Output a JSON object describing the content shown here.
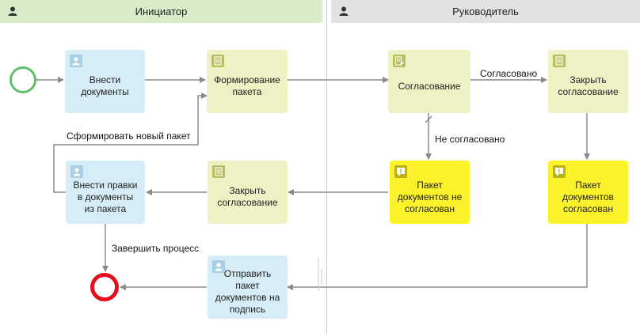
{
  "lanes": {
    "initiator": "Инициатор",
    "manager": "Руководитель"
  },
  "tasks": {
    "enter_docs": "Внести\nдокументы",
    "form_package": "Формирование\nпакета",
    "approval": "Согласование",
    "close_approval_mgr": "Закрыть\nсогласование",
    "edit_docs": "Внести правки\nв документы\nиз пакета",
    "close_approval_init": "Закрыть\nсогласование",
    "not_approved_alert": "Пакет\nдокументов не\nсогласован",
    "approved_alert": "Пакет\nдокументов\nсогласован",
    "send_for_signature": "Отправить\nпакет\nдокументов на\nподпись"
  },
  "edges": {
    "approved": "Согласовано",
    "not_approved": "Не согласовано",
    "new_package": "Сформировать новый пакет",
    "finish": "Завершить процесс"
  },
  "colors": {
    "user_task": "#d6ecf6",
    "script_task": "#edf1c4",
    "alert_task": "#fbf22b",
    "start_event": "#5fbf6a",
    "end_event": "#e3101d",
    "flow_line": "#8a8a8a"
  }
}
